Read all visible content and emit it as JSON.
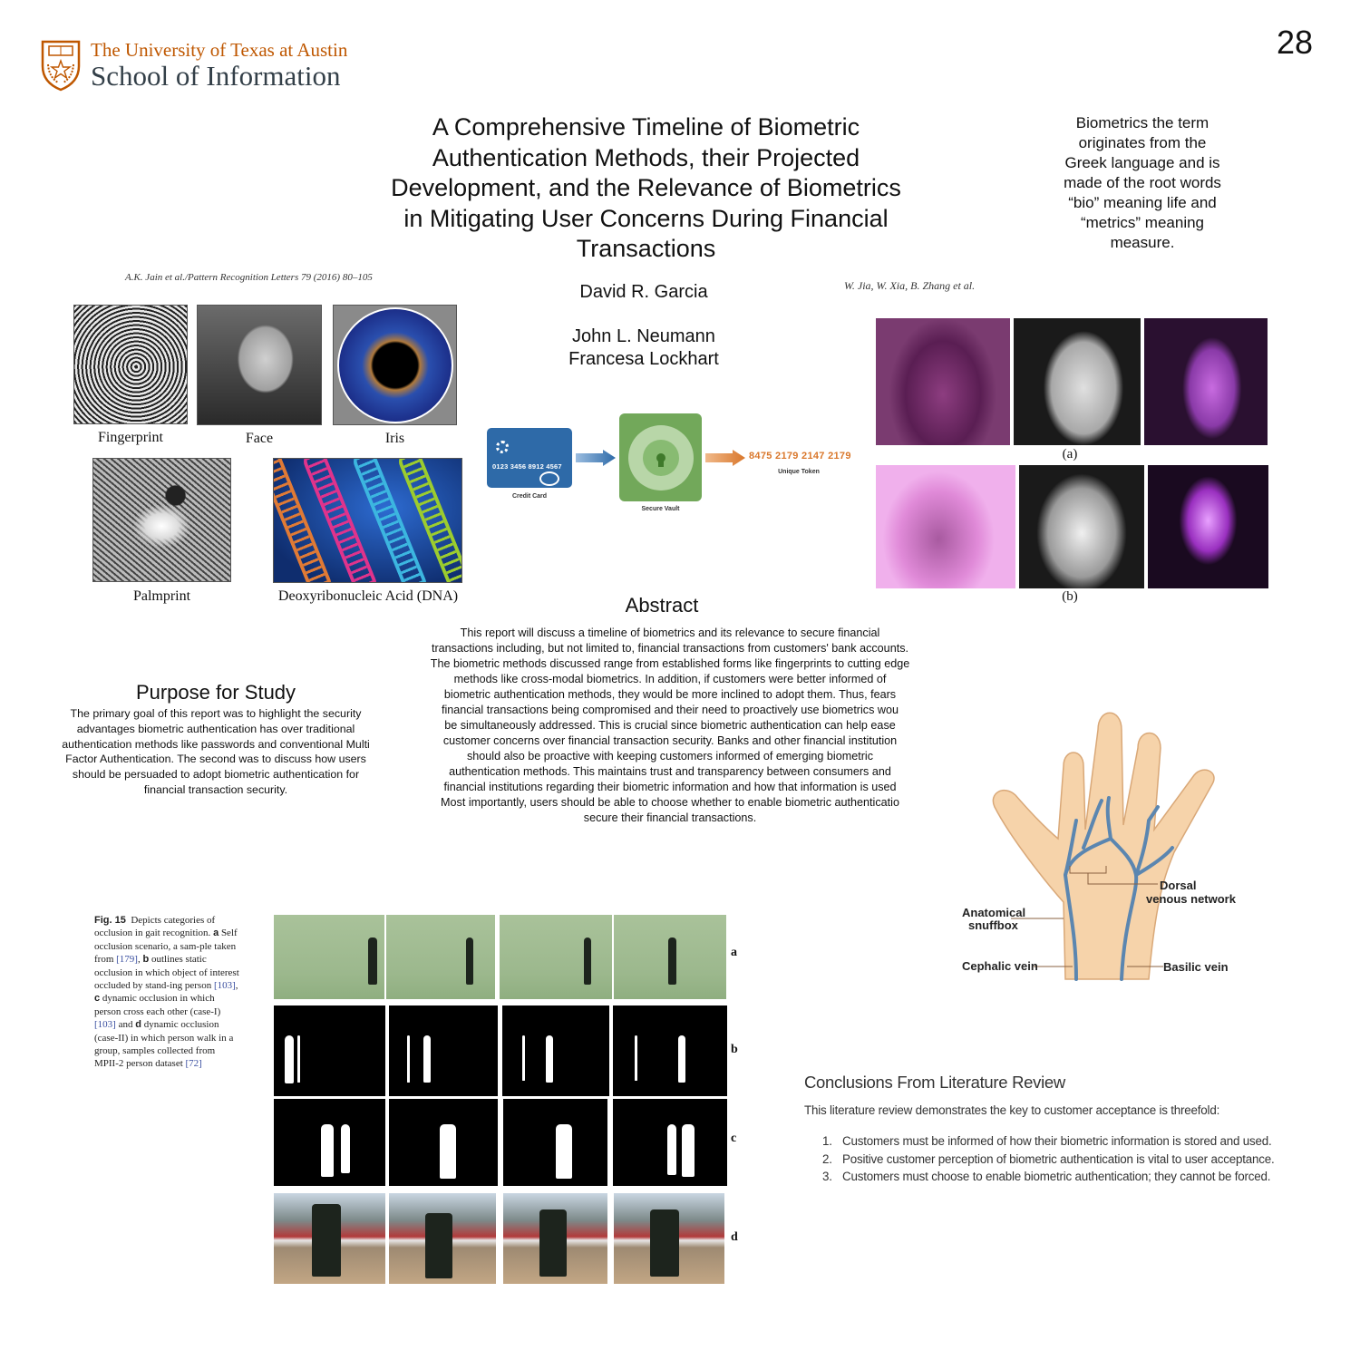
{
  "header": {
    "logo_line1": "The University of Texas at Austin",
    "logo_line2": "School of Information",
    "page_number": "28",
    "brand_color": "#bf5700"
  },
  "title": {
    "lines": [
      "A Comprehensive Timeline of Biometric",
      "Authentication Methods, their Projected",
      "Development, and the Relevance of Biometrics",
      "in Mitigating User Concerns During Financial",
      "Transactions"
    ]
  },
  "authors": [
    "David R. Garcia",
    "John L. Neumann",
    "Francesa Lockhart"
  ],
  "definition": {
    "lines": [
      "Biometrics the term",
      "originates from the",
      "Greek language and is",
      "made of the root words",
      "“bio” meaning life and",
      "“metrics” meaning",
      "measure."
    ]
  },
  "modalities_figure": {
    "citation": "A.K. Jain et al./Pattern Recognition Letters 79 (2016) 80–105",
    "labels": [
      "Fingerprint",
      "Face",
      "Iris",
      "Palmprint",
      "Deoxyribonucleic Acid (DNA)"
    ]
  },
  "token_diagram": {
    "card_number": "0123  3456  8912  4567",
    "card_label": "Credit Card",
    "vault_label": "Secure Vault",
    "token_value": "8475 2179 2147 2179",
    "token_label": "Unique Token",
    "colors": {
      "card": "#2e6aa8",
      "vault": "#72a85a",
      "token": "#d9772b"
    }
  },
  "vein_figure": {
    "citation": "W. Jia, W. Xia, B. Zhang et al.",
    "row_labels": [
      "(a)",
      "(b)"
    ]
  },
  "abstract": {
    "title": "Abstract",
    "lines": [
      "This report will discuss a timeline of biometrics and its relevance to secure financial",
      "transactions including, but not limited to, financial transactions from customers' bank accounts.",
      "The biometric methods discussed range from established forms like fingerprints to cutting edge",
      "methods like cross-modal biometrics. In addition, if customers were better informed of",
      "biometric authentication methods, they would be more inclined to adopt them. Thus, fears",
      "financial transactions being compromised and their need to proactively use biometrics wou",
      "be simultaneously addressed. This is crucial since biometric authentication can help ease",
      "customer concerns over financial transaction security. Banks and other financial institution",
      "should also be proactive with keeping customers informed of emerging biometric",
      "authentication methods. This maintains trust and transparency between consumers and",
      "financial institutions regarding their biometric information and how that information is used",
      "Most importantly, users should be able to choose whether to enable biometric authenticatio",
      "secure their financial transactions."
    ]
  },
  "purpose": {
    "title": "Purpose for Study",
    "lines": [
      "The primary goal of this report was to highlight the security",
      "advantages biometric authentication  has over traditional",
      "authentication methods like passwords and conventional Multi",
      "Factor Authentication. The second was to discuss how users",
      "should be persuaded to adopt biometric authentication for",
      "financial transaction security."
    ]
  },
  "anatomy_figure": {
    "labels": {
      "dorsal1": "Dorsal",
      "dorsal2": "venous network",
      "snuff1": "Anatomical",
      "snuff2": "snuffbox",
      "cephalic": "Cephalic vein",
      "basilic": "Basilic vein"
    }
  },
  "gait_figure": {
    "caption_fig": "Fig. 15",
    "caption_parts": [
      "Depicts categories of occlusion in gait recognition. ",
      "a",
      " Self occlusion scenario, a sam-ple taken from ",
      "[179]",
      ", ",
      "b",
      " outlines static occlusion in which object of interest occluded by stand-ing person ",
      "[103]",
      ", ",
      "c",
      " dynamic occlusion in which person cross each other (case-I) ",
      "[103]",
      " and ",
      "d",
      " dynamic occlusion (case-II) in which person walk in a group, samples collected from MPII-2 person dataset ",
      "[72]"
    ],
    "row_labels": [
      "a",
      "b",
      "c",
      "d"
    ]
  },
  "conclusions": {
    "title": "Conclusions From Literature Review",
    "intro": "This literature review demonstrates the key to customer acceptance is threefold:",
    "items": [
      {
        "n": "1.",
        "text": "Customers must be informed of how their biometric information is stored and used."
      },
      {
        "n": "2.",
        "text": "Positive customer perception of biometric authentication is vital to user acceptance."
      },
      {
        "n": "3.",
        "text": "Customers must choose to enable biometric authentication; they cannot be forced."
      }
    ]
  }
}
